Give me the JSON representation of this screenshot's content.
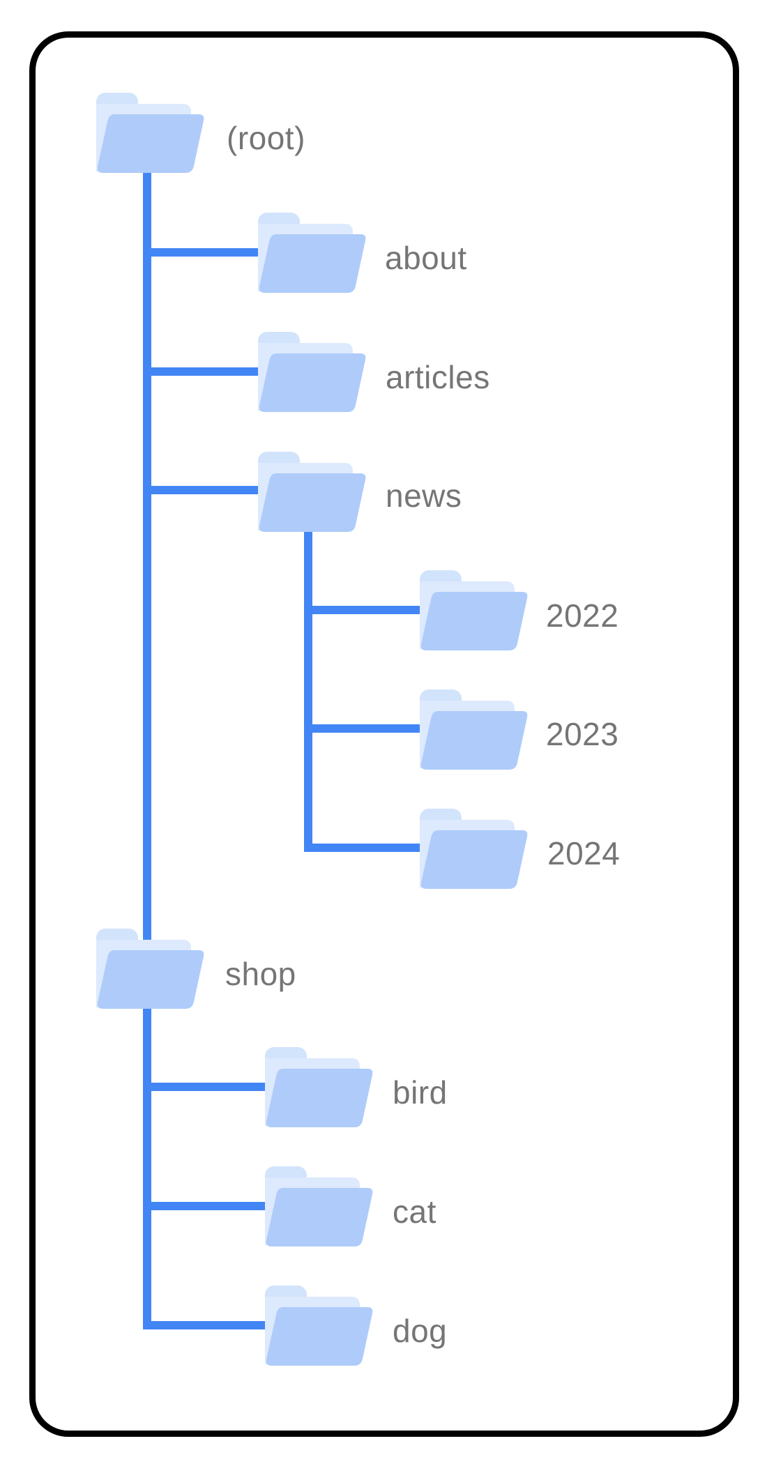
{
  "diagram": {
    "description": "Folder tree diagram inside a black rounded-corner card showing a site directory structure",
    "colors": {
      "connector_line": "#4285f4",
      "folder_front": "#aecbfa",
      "folder_back_tab": "#d2e3fc",
      "folder_back_body": "#dde9fd",
      "label_text": "#757575",
      "card_border": "#000000",
      "background": "#ffffff"
    },
    "tree": {
      "label": "(root)",
      "children": [
        {
          "label": "about",
          "children": []
        },
        {
          "label": "articles",
          "children": []
        },
        {
          "label": "news",
          "children": [
            {
              "label": "2022"
            },
            {
              "label": "2023"
            },
            {
              "label": "2024"
            }
          ]
        },
        {
          "label": "shop",
          "children": [
            {
              "label": "bird"
            },
            {
              "label": "cat"
            },
            {
              "label": "dog"
            }
          ]
        }
      ]
    },
    "nodes": [
      {
        "id": "root",
        "label": "(root)",
        "depth": 0
      },
      {
        "id": "about",
        "label": "about",
        "depth": 1
      },
      {
        "id": "articles",
        "label": "articles",
        "depth": 1
      },
      {
        "id": "news",
        "label": "news",
        "depth": 1
      },
      {
        "id": "y2022",
        "label": "2022",
        "depth": 2
      },
      {
        "id": "y2023",
        "label": "2023",
        "depth": 2
      },
      {
        "id": "y2024",
        "label": "2024",
        "depth": 2
      },
      {
        "id": "shop",
        "label": "shop",
        "depth": 1
      },
      {
        "id": "bird",
        "label": "bird",
        "depth": 2
      },
      {
        "id": "cat",
        "label": "cat",
        "depth": 2
      },
      {
        "id": "dog",
        "label": "dog",
        "depth": 2
      }
    ]
  }
}
